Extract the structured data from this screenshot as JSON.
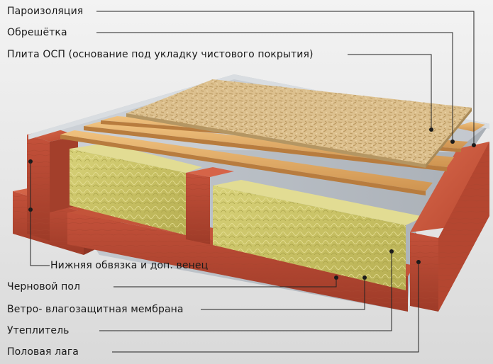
{
  "labels": {
    "vapor_barrier": "Пароизоляция",
    "battens": "Обрешётка",
    "osb_board": "Плита ОСП (основание под укладку чистового покрытия)",
    "bottom_frame": "Нижняя обвязка и доп. венец",
    "subfloor": "Черновой пол",
    "membrane": "Ветро- влагозащитная мембрана",
    "insulation": "Утеплитель",
    "floor_joist": "Половая лага"
  },
  "colors": {
    "background": "#e9e9e9",
    "timber": "#c9573e",
    "timber_dark": "#9e3b28",
    "batten": "#e0ad68",
    "osb": "#dcc08e",
    "insulation": "#c9c46a",
    "membrane": "#b9bec4",
    "leader_line": "#222222"
  }
}
